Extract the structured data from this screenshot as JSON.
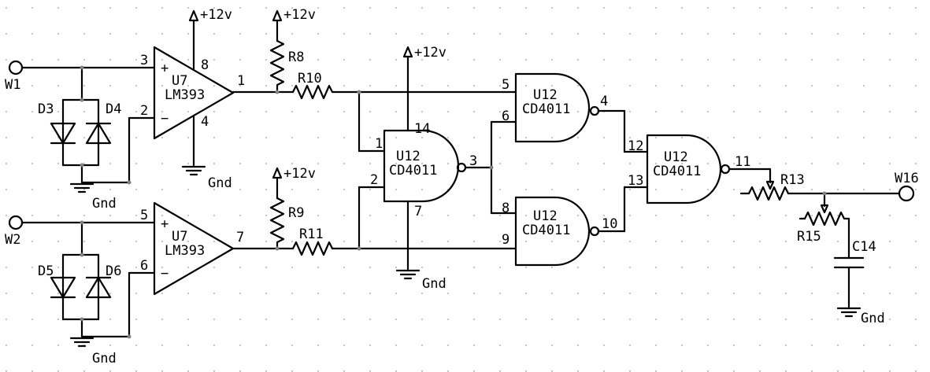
{
  "supply": {
    "vcc": "+12v",
    "ground": "Gnd"
  },
  "terminals": {
    "w1": "W1",
    "w2": "W2",
    "w16": "W16"
  },
  "comparator": {
    "ref": "U7",
    "part": "LM393",
    "plus": "+",
    "minus": "−"
  },
  "gate": {
    "ref": "U12",
    "part": "CD4011"
  },
  "diodes": {
    "d3": "D3",
    "d4": "D4",
    "d5": "D5",
    "d6": "D6"
  },
  "resistors": {
    "r8": "R8",
    "r9": "R9",
    "r10": "R10",
    "r11": "R11",
    "r13": "R13",
    "r15": "R15"
  },
  "capacitor": {
    "c14": "C14"
  },
  "pins": {
    "p1": "1",
    "p2": "2",
    "p3": "3",
    "p4": "4",
    "p5": "5",
    "p6": "6",
    "p7": "7",
    "p8": "8",
    "p9": "9",
    "p10": "10",
    "p11": "11",
    "p12": "12",
    "p13": "13",
    "p14": "14"
  }
}
